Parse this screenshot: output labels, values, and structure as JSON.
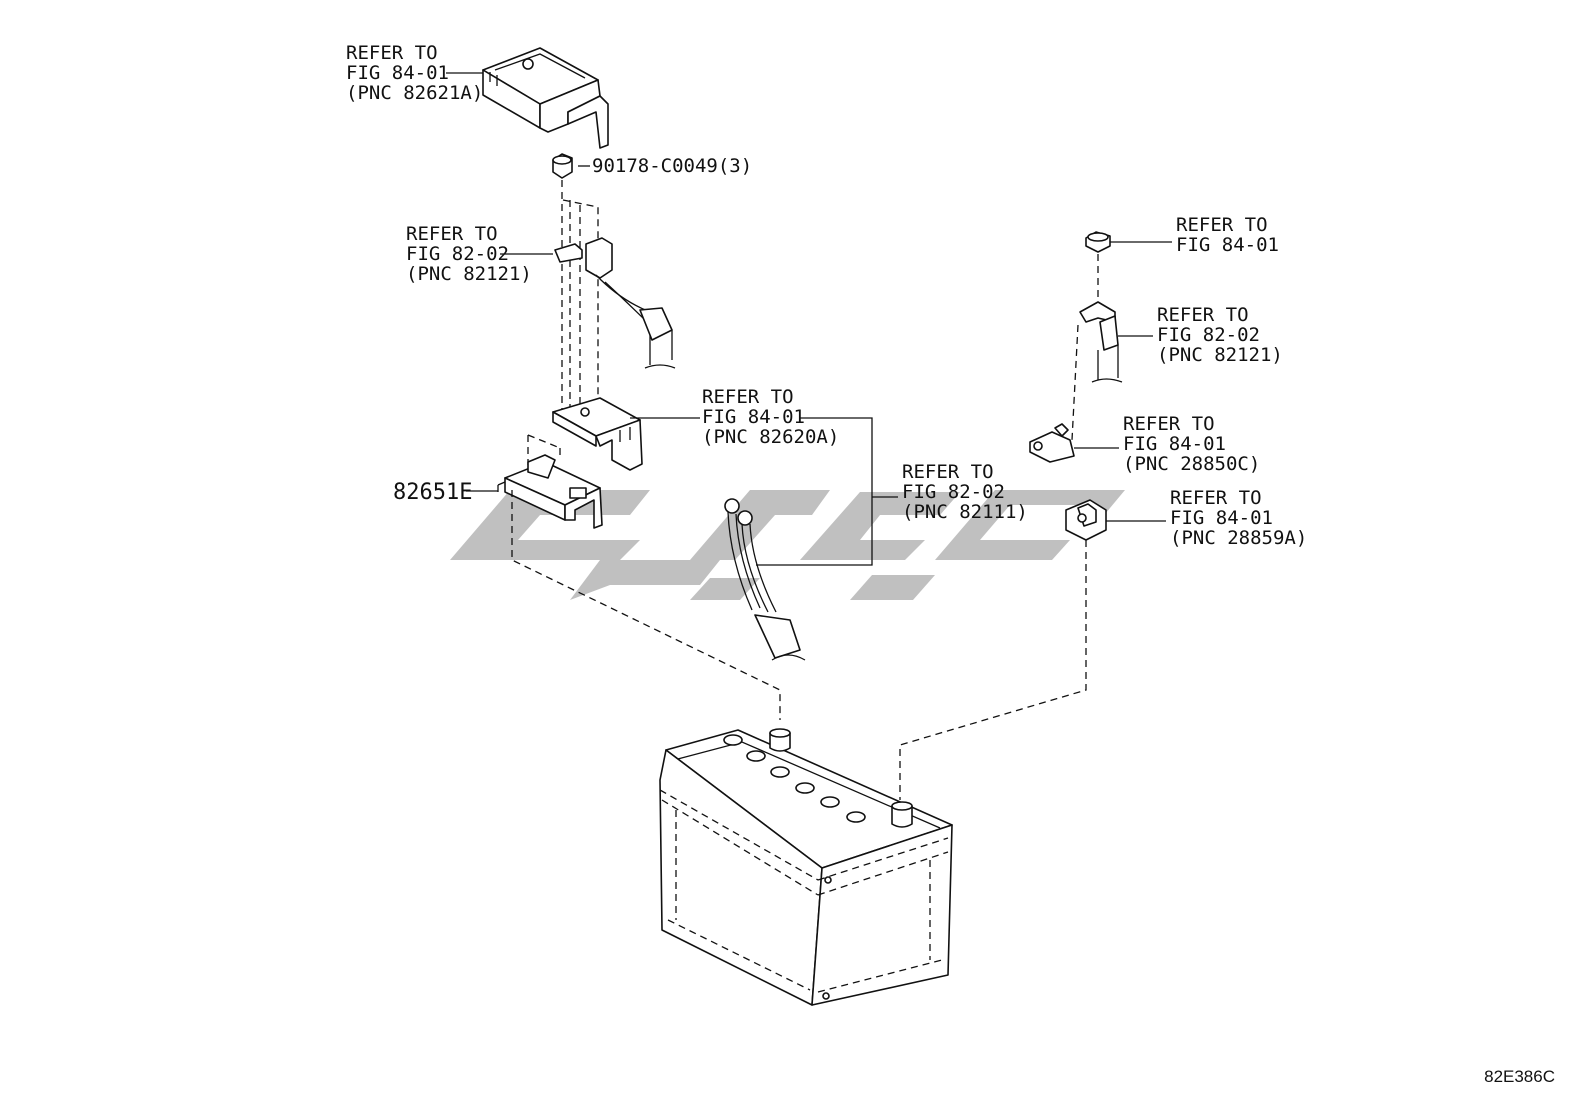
{
  "diagram_code": "82E386C",
  "callouts": {
    "cover_top": [
      "REFER TO",
      "FIG 84-01",
      "(PNC 82621A)"
    ],
    "nut": "90178-C0049(3)",
    "terminal_left": [
      "REFER TO",
      "FIG 82-02",
      "(PNC 82121)"
    ],
    "bracket": [
      "REFER TO",
      "FIG 84-01",
      "(PNC 82620A)"
    ],
    "clamp_part": "82651E",
    "cable": [
      "REFER TO",
      "FIG 82-02",
      "(PNC 82111)"
    ],
    "bolt_right": [
      "REFER TO",
      "FIG 84-01"
    ],
    "terminal_right": [
      "REFER TO",
      "FIG 82-02",
      "(PNC 82121)"
    ],
    "sensor_c": [
      "REFER TO",
      "FIG 84-01",
      "(PNC 28850C)"
    ],
    "sensor_a": [
      "REFER TO",
      "FIG 84-01",
      "(PNC 28859A)"
    ]
  },
  "watermark": {
    "color": "#9a9a9a"
  }
}
